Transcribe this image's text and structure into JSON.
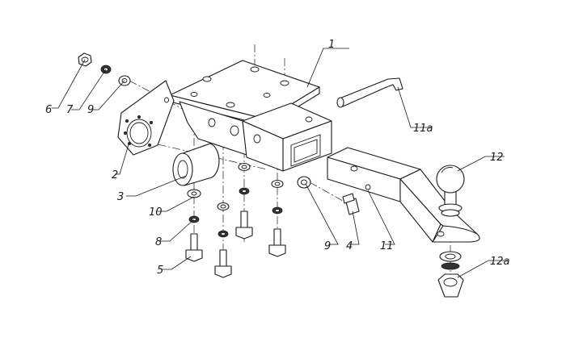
{
  "labels": {
    "l1": "1",
    "l2": "2",
    "l3": "3",
    "l4": "4",
    "l5": "5",
    "l6": "6",
    "l7": "7",
    "l8": "8",
    "l9a": "9",
    "l9b": "9",
    "l10": "10",
    "l11": "11",
    "l11a": "11a",
    "l12": "12",
    "l12a": "12a"
  }
}
